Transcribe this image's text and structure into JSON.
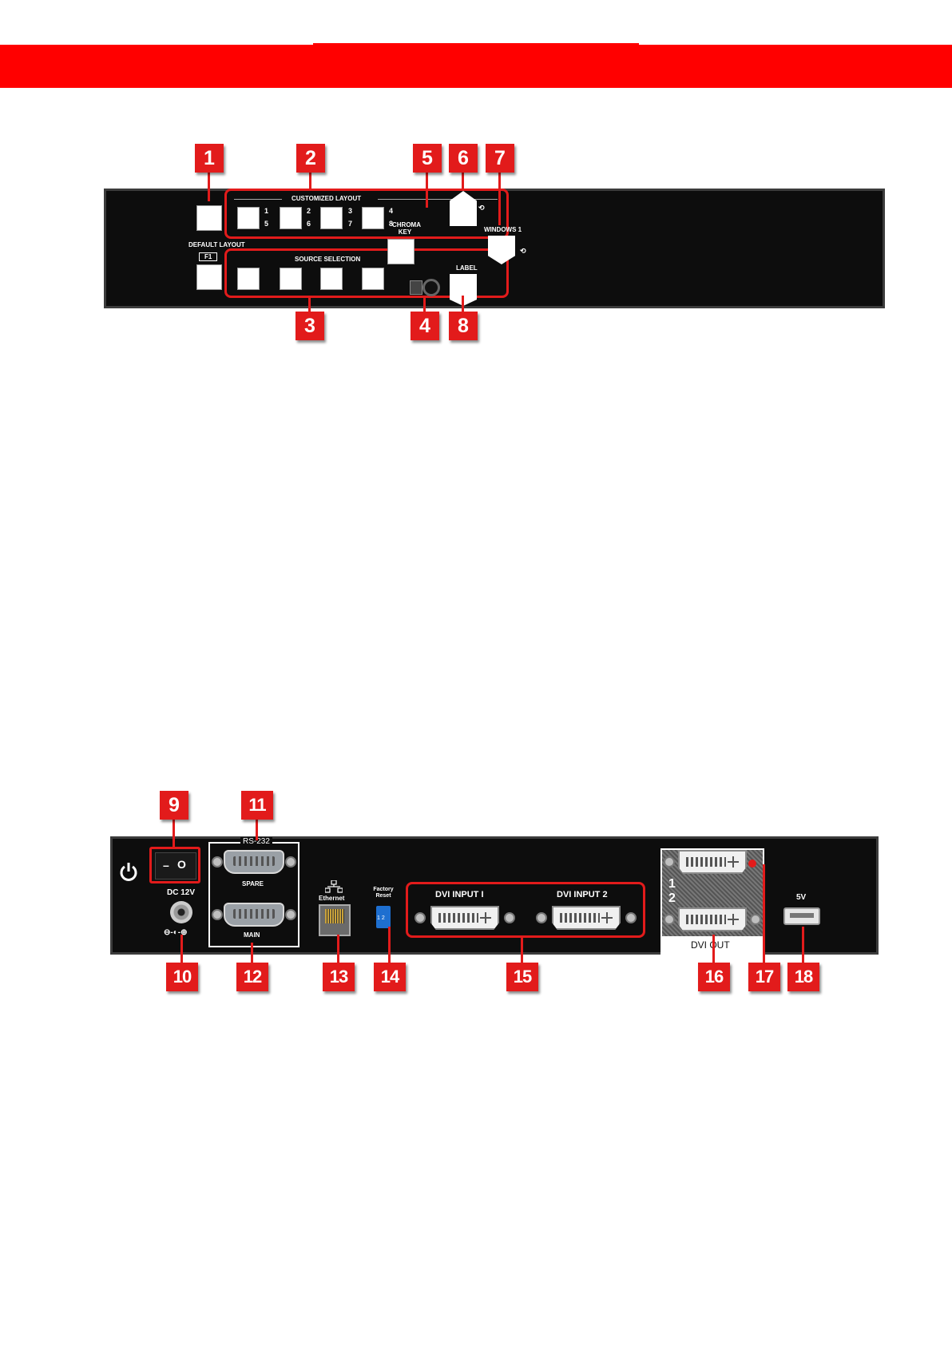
{
  "colors": {
    "accent": "#e21b1b",
    "banner": "#ff0000",
    "panel": "#0d0d0d"
  },
  "front_panel": {
    "customized_layout": "CUSTOMIZED LAYOUT",
    "default_layout": "DEFAULT LAYOUT",
    "f1": "F1",
    "source_selection": "SOURCE SELECTION",
    "chroma_key": "CHROMA KEY",
    "windows": "WINDOWS 1",
    "label": "LABEL",
    "layout_numbers": [
      "1",
      "5",
      "2",
      "6",
      "3",
      "7",
      "4",
      "8"
    ]
  },
  "rear_panel": {
    "power_icon": "power-icon",
    "switch_off": "–",
    "switch_on": "O",
    "dc_label": "DC 12V",
    "polarity": "⊖-◐-⊕",
    "rs232": "RS-232",
    "spare": "SPARE",
    "main": "MAIN",
    "ethernet": "Ethernet",
    "factory_reset": "Factory Reset",
    "dip_numbers": "1 2",
    "dvi_input_1": "DVI INPUT I",
    "dvi_input_2": "DVI INPUT 2",
    "dvi_out": "DVI OUT",
    "out_1": "1",
    "out_2": "2",
    "usb_label": "5V"
  },
  "callouts": {
    "c1": "1",
    "c2": "2",
    "c3": "3",
    "c4": "4",
    "c5": "5",
    "c6": "6",
    "c7": "7",
    "c8": "8",
    "c9": "9",
    "c10": "10",
    "c11": "11",
    "c12": "12",
    "c13": "13",
    "c14": "14",
    "c15": "15",
    "c16": "16",
    "c17": "17",
    "c18": "18"
  }
}
